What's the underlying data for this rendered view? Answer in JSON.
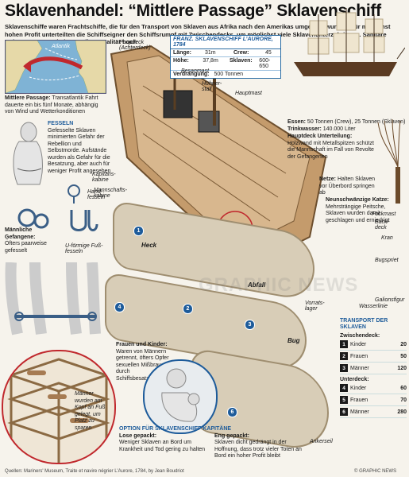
{
  "title": "Sklavenhandel: “Mittlere Passage” Sklavenschiff",
  "intro": "Sklavenschiffe waren Frachtschiffe, die für den Transport von Sklaven aus Afrika nach den Amerikas umgebaut wurden. Für möglichst hohen Profit unterteilten die Schiffseigner den Schiffsrumpf mit Zwischendecks, um möglichst viele Sklavenunterzubringen. Sanitäre Anlagen waren unbekannt, die Mortalität hoch",
  "map": {
    "label": "Atlantik"
  },
  "middle_passage": {
    "head": "Mittlere Passage:",
    "text": "Transatlantik Fahrt dauerte ein bis fünf Monate, abhängig von Wind und Wetterkonditionen"
  },
  "fesseln": {
    "head": "FESSELN",
    "text": "Gefesselte Sklaven minimierten Gefahr der Rebellion und Selbstmorde. Aufstände wurden als Gefahr für die Besatzung, aber auch für weniger Profit angesehen",
    "hand": "Hand-fesseln",
    "foot": "U-förmige Fuß-fesseln"
  },
  "male": {
    "head": "Männliche Gefangene:",
    "text": "Öfters paarweise gefesselt"
  },
  "women": {
    "head": "Frauen und Kinder:",
    "text": "Waren von Männern getrennt, öfters Opfer sexuellen Mißbrauchs durch Schiffsbesatzung"
  },
  "men_tight": "Männer wurden am Kopf an Fuß gelegt, um Platz zu sparen",
  "spec": {
    "head": "FRANZ. SKLAVENSCHIFF L’AURORE, 1784",
    "r1": {
      "k1": "Länge:",
      "v1": "31m",
      "k2": "Crew:",
      "v2": "45"
    },
    "r2": {
      "k1": "Höhe:",
      "v1": "37,8m",
      "k2": "Sklaven:",
      "v2": "600-650"
    },
    "r3": {
      "k1": "Verdrängung:",
      "v1": "500 Tonnen"
    }
  },
  "ship_labels": {
    "poopdeck": "Poopdeck (Achterdeck)",
    "besan": "Besanmast",
    "huhner": "Hühner-stall",
    "haupt": "Hauptmast",
    "kapitan": "Kapitäns-kabine",
    "mannschaft": "Mannschafts-kabine",
    "fock": "Fockmast",
    "back": "Back-deck",
    "kran": "Kran",
    "bug": "Bugspriet",
    "gallion": "Galionsfigur",
    "wasser": "Wasserlinie",
    "vorrat": "Vorrats-lager",
    "anker": "Ankerseil",
    "heck": "Heck",
    "abfall": "Abfall",
    "bug_deck": "Bug"
  },
  "food": {
    "head": "Essen:",
    "text": "50 Tonnen (Crew), 25 Tonnen (Sklaven)",
    "head2": "Trinkwasser:",
    "text2": "140.000 Liter"
  },
  "hauptdeck": {
    "head": "Hauptdeck Unterteilung:",
    "text": "Holzwand mit Metallspitzen schützt die Mannschaft im Fall von Revolte der Gefangenen"
  },
  "netze": {
    "head": "Netze:",
    "text": "Halten Sklaven vor Überbord springen ab"
  },
  "katze": {
    "head": "Neunschwänzige Katze:",
    "text": "Mehrsträngige Peitsche, Sklaven wurden damit geschlagen und erniedrigt"
  },
  "option": {
    "head": "OPTION FÜR SKLAVENSCHIFF KAPITÄNE",
    "lose_h": "Lose gepackt:",
    "lose_t": "Weniger Sklaven an Bord um Krankheit und Tod gering zu halten",
    "eng_h": "Eng gepackt:",
    "eng_t": "Sklaven dicht gedrängt in der Hoffnung, dass trotz vieler Toten an Bord ein hoher Profit bleibt"
  },
  "transport": {
    "head": "TRANSPORT DER SKLAVEN",
    "zw": "Zwischendeck:",
    "un": "Unterdeck:",
    "rows_zw": [
      {
        "n": "1",
        "t": "Kinder",
        "c": "20"
      },
      {
        "n": "2",
        "t": "Frauen",
        "c": "50"
      },
      {
        "n": "3",
        "t": "Männer",
        "c": "120"
      }
    ],
    "rows_un": [
      {
        "n": "4",
        "t": "Kinder",
        "c": "60"
      },
      {
        "n": "5",
        "t": "Frauen",
        "c": "70"
      },
      {
        "n": "6",
        "t": "Männer",
        "c": "280"
      }
    ]
  },
  "badges": [
    "1",
    "2",
    "3",
    "4",
    "5",
    "6"
  ],
  "credits": "Quellen: Mariners' Museum, Traite et navire négrier L'Aurore, 1784, by Jean Boudriot",
  "copyright": "© GRAPHIC NEWS",
  "watermark": "GRAPHIC NEWS"
}
